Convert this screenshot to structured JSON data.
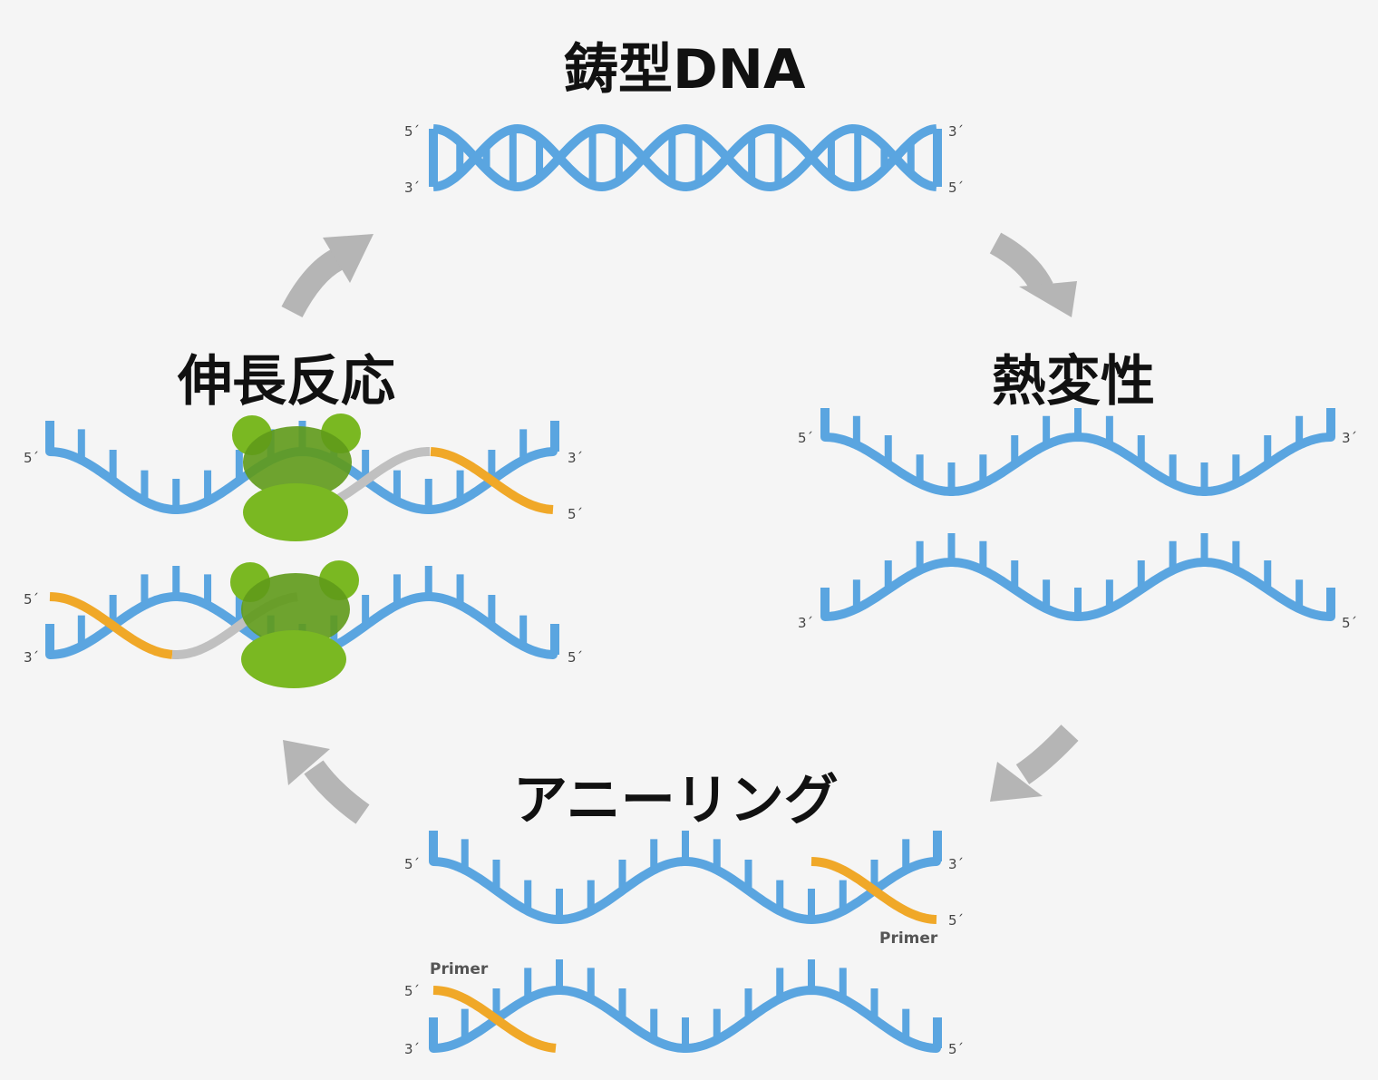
{
  "stages": {
    "template": {
      "title": "鋳型DNA"
    },
    "denature": {
      "title": "熱変性"
    },
    "annealing": {
      "title": "アニーリング"
    },
    "extension": {
      "title": "伸長反応"
    }
  },
  "end_labels": {
    "five_prime": "5´",
    "three_prime": "3´"
  },
  "primer_label": "Primer",
  "colors": {
    "background": "#f5f5f5",
    "dna_strand": "#5aa5e0",
    "primer": "#f0a828",
    "new_strand": "#c0c0c0",
    "polymerase": "#7ab822",
    "arrow": "#b5b5b5"
  },
  "icons": [
    "cycle-arrow-icon",
    "dna-helix-icon",
    "polymerase-icon"
  ]
}
